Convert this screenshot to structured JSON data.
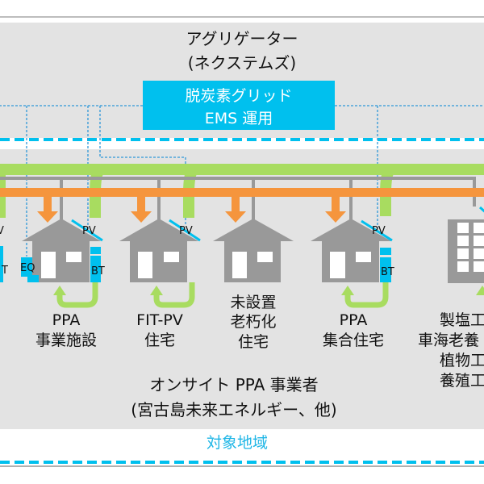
{
  "colors": {
    "panel_bg": "#e3e3e3",
    "ems_box": "#00c0ee",
    "green_flow": "#a8dc60",
    "orange_flow": "#f5953d",
    "gray_line": "#999999",
    "house": "#999999",
    "cyan_dash": "#00c0ee",
    "control_dash": "#2f98d8",
    "region_label": "#1fb6e6"
  },
  "aggregator": {
    "title_line1": "アグリゲーター",
    "title_line2": "(ネクステムズ)",
    "ems_box_line1": "脱炭素グリッド",
    "ems_box_line2": "EMS 運用"
  },
  "facilities": [
    {
      "type": "house",
      "pv": true,
      "bt": true,
      "eq": true,
      "pv_label": "PV",
      "bt_label": "BT",
      "eq_label": "EQ",
      "caption_line1": "PPA",
      "caption_line2": "事業施設",
      "caption_line3": ""
    },
    {
      "type": "house",
      "pv": true,
      "bt": false,
      "eq": false,
      "pv_label": "PV",
      "caption_line1": "FIT-PV",
      "caption_line2": "住宅",
      "caption_line3": ""
    },
    {
      "type": "house",
      "pv": false,
      "bt": false,
      "eq": false,
      "caption_line1": "未設置",
      "caption_line2": "老朽化",
      "caption_line3": "住宅"
    },
    {
      "type": "house",
      "pv": true,
      "bt": true,
      "eq": false,
      "pv_label": "PV",
      "bt_label": "BT",
      "caption_line1": "PPA",
      "caption_line2": "集合住宅",
      "caption_line3": ""
    },
    {
      "type": "building",
      "caption_line1": "製塩工",
      "caption_line2": "車海老養",
      "caption_line3": "植物工",
      "caption_line4": "養殖工"
    }
  ],
  "left_partial": {
    "pv_label": "V",
    "bt_label": "T"
  },
  "operator": {
    "line1": "オンサイト PPA 事業者",
    "line2": "(宮古島未来エネルギー、他)"
  },
  "region_label": "対象地域"
}
